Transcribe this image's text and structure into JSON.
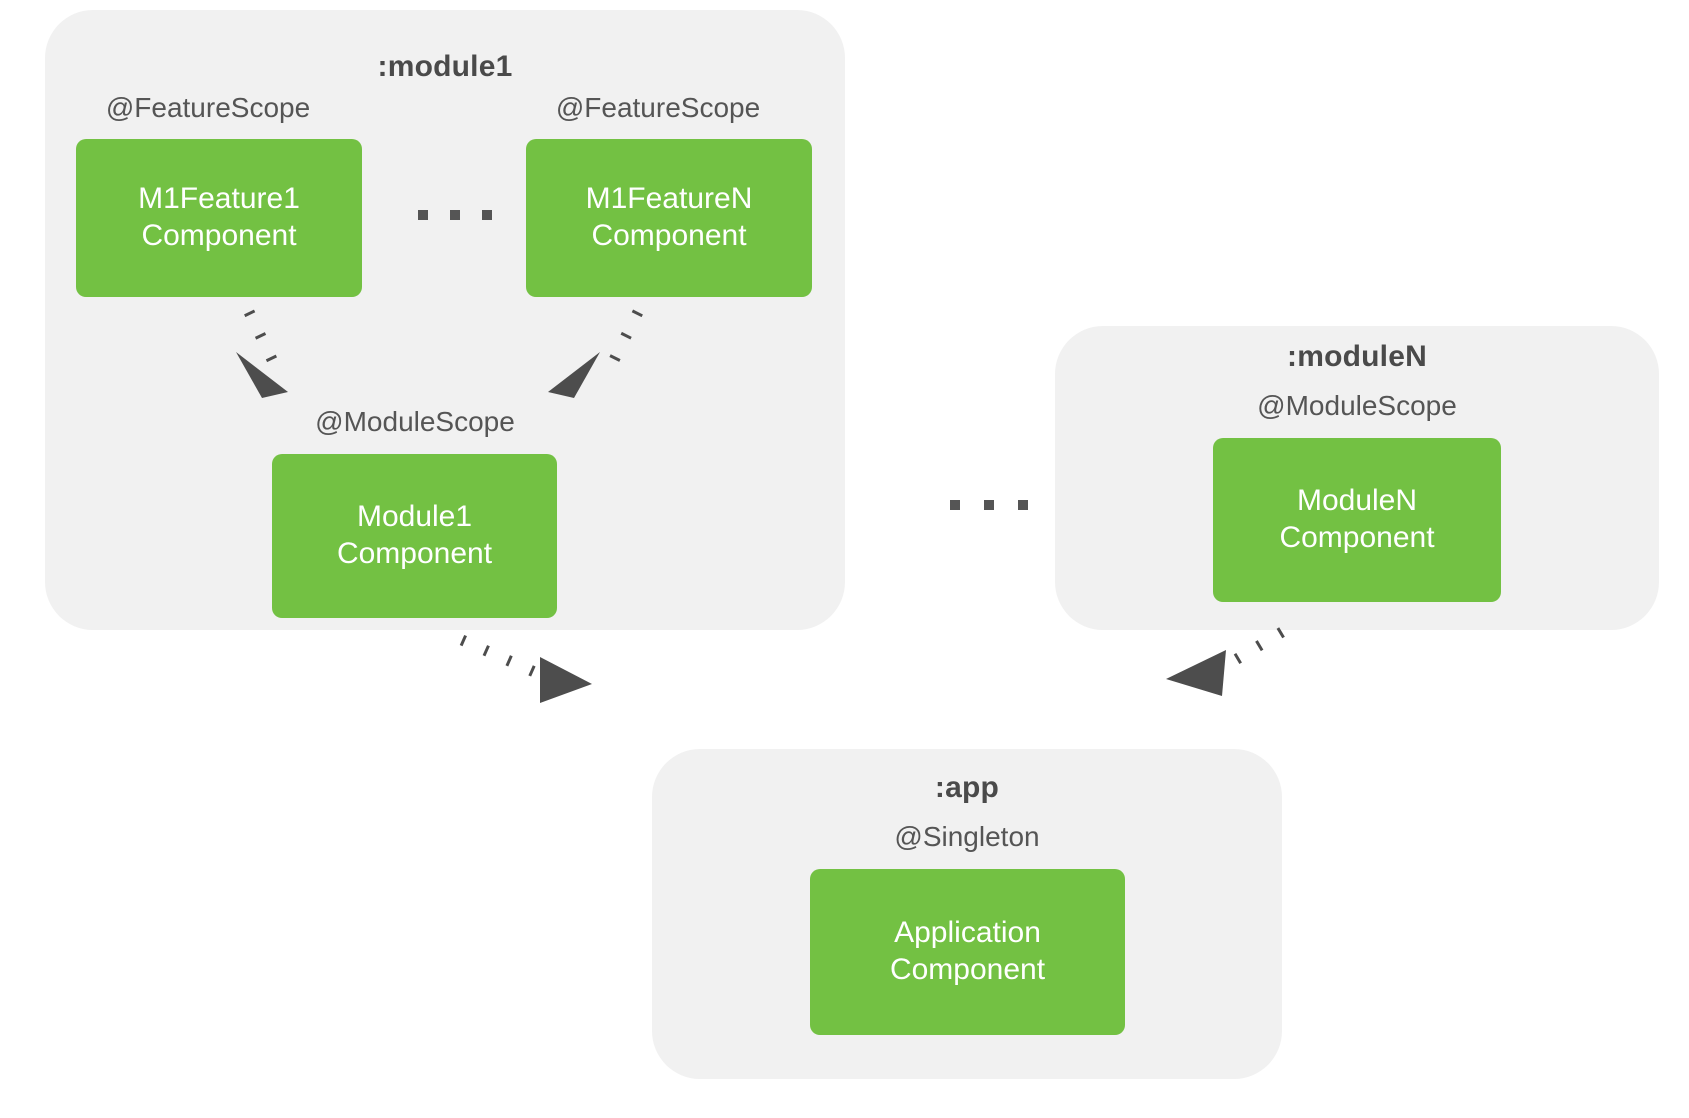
{
  "diagram": {
    "title_hidden": "Dagger component scopes across Gradle modules",
    "colors": {
      "component_fill": "#73c143",
      "panel_fill": "#f1f1f1",
      "text_dark": "#4a4a4a",
      "scope_text": "#555555",
      "arrow": "#4d4d4d",
      "background": "#ffffff"
    },
    "modules": [
      {
        "name": "module1",
        "title": ":module1",
        "scopes": [
          {
            "label": "@FeatureScope"
          },
          {
            "label": "@FeatureScope"
          },
          {
            "label": "@ModuleScope"
          }
        ],
        "components": [
          {
            "line1": "M1Feature1",
            "line2": "Component"
          },
          {
            "line1": "M1FeatureN",
            "line2": "Component"
          },
          {
            "line1": "Module1",
            "line2": "Component"
          }
        ],
        "ellipsis": "..."
      },
      {
        "name": "moduleN",
        "title": ":moduleN",
        "scopes": [
          {
            "label": "@ModuleScope"
          }
        ],
        "components": [
          {
            "line1": "ModuleN",
            "line2": "Component"
          }
        ]
      },
      {
        "name": "app",
        "title": ":app",
        "scopes": [
          {
            "label": "@Singleton"
          }
        ],
        "components": [
          {
            "line1": "Application",
            "line2": "Component"
          }
        ]
      }
    ],
    "between_modules_ellipsis": "...",
    "edges": [
      {
        "from": "M1Feature1Component",
        "to": "Module1Component",
        "style": "dashed",
        "arrowhead": "filled-triangle"
      },
      {
        "from": "M1FeatureNComponent",
        "to": "Module1Component",
        "style": "dashed",
        "arrowhead": "filled-triangle"
      },
      {
        "from": "Module1Component",
        "to": "ApplicationComponent",
        "style": "dashed",
        "arrowhead": "filled-triangle"
      },
      {
        "from": "ModuleNComponent",
        "to": "ApplicationComponent",
        "style": "dashed",
        "arrowhead": "filled-triangle"
      }
    ]
  }
}
